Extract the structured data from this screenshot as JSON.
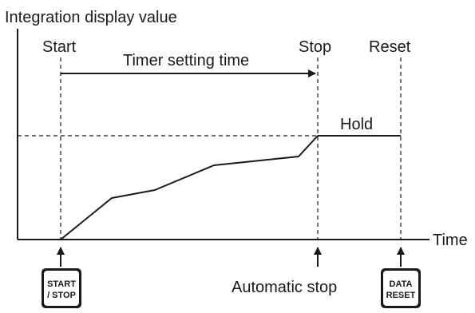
{
  "labels": {
    "y_axis": "Integration display value",
    "x_axis": "Time",
    "start": "Start",
    "stop": "Stop",
    "reset": "Reset",
    "timer_setting_time": "Timer setting time",
    "hold": "Hold",
    "automatic_stop": "Automatic stop"
  },
  "keys": {
    "start_stop_line1": "START",
    "start_stop_line2": "/ STOP",
    "data_reset_line1": "DATA",
    "data_reset_line2": "RESET"
  }
}
